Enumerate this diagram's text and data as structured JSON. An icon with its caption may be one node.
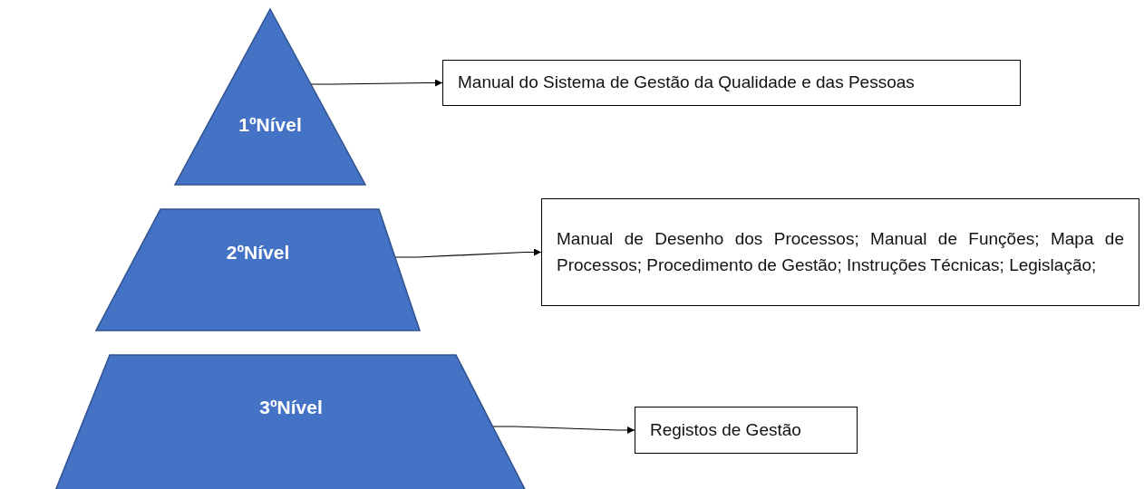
{
  "diagram": {
    "nodes": [
      {
        "text": [
          "1ºNível"
        ]
      },
      {
        "text": [
          "Manual do Sistema de Gestão da Qualidade e das Pessoas"
        ]
      },
      {
        "text": [
          "2ºNível"
        ]
      },
      {
        "text": [
          "Manual de Desenho dos Processos; Manual de Funções; Mapa de Processos; Procedimento de Gestão; Instruções Técnicas; Legislação;"
        ]
      },
      {
        "text": [
          "3ºNível"
        ]
      },
      {
        "text": [
          "Registos de Gestão"
        ]
      }
    ],
    "edges": [
      {
        "from": 0,
        "to": 1,
        "arrow": "to"
      },
      {
        "from": 2,
        "to": 3,
        "arrow": "to"
      },
      {
        "from": 4,
        "to": 5,
        "arrow": "to"
      }
    ]
  }
}
